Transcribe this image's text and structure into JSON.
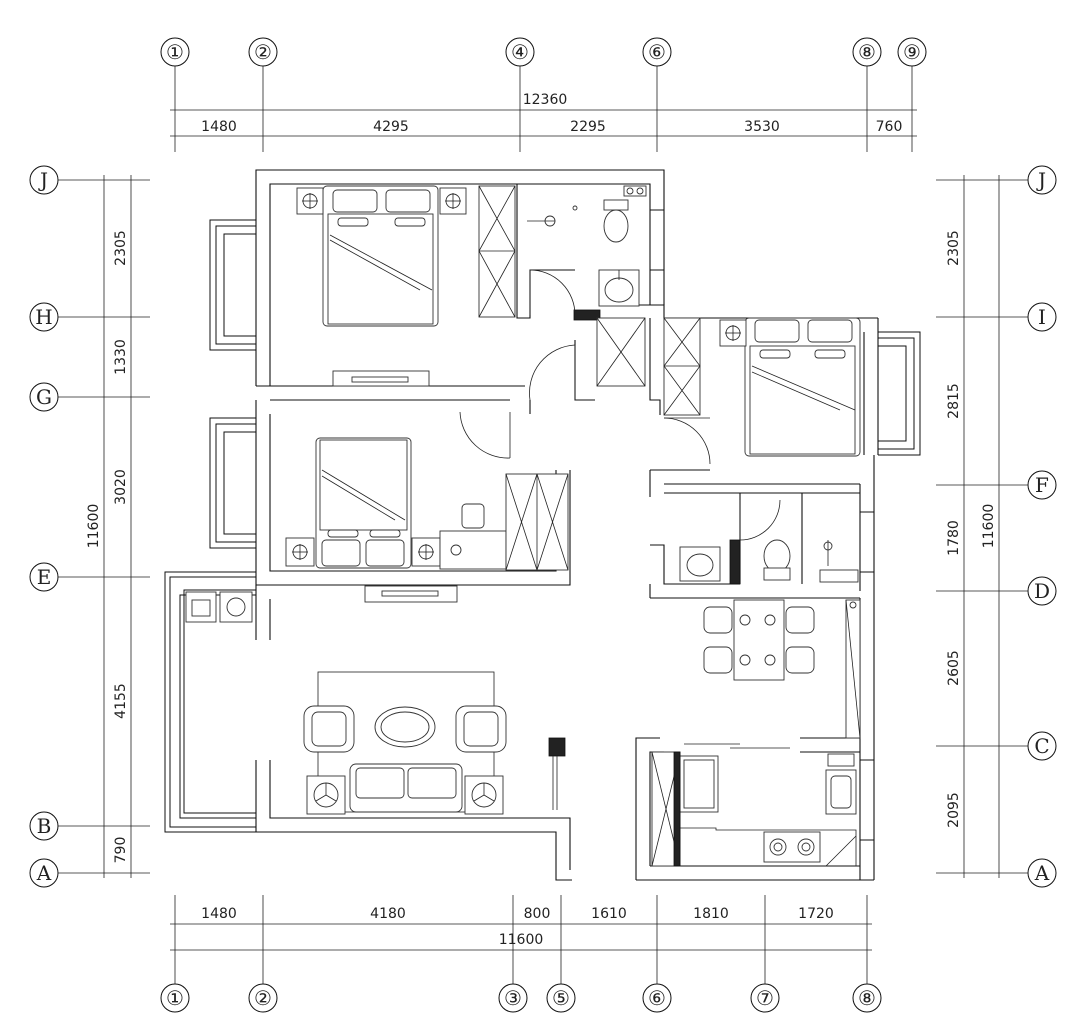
{
  "grid": {
    "top_axes": [
      "①",
      "②",
      "④",
      "⑥",
      "⑧",
      "⑨"
    ],
    "bottom_axes": [
      "①",
      "②",
      "③",
      "⑤",
      "⑥",
      "⑦",
      "⑧"
    ],
    "left_axes": [
      "J",
      "H",
      "G",
      "E",
      "B",
      "A"
    ],
    "right_axes": [
      "J",
      "I",
      "F",
      "D",
      "C",
      "A"
    ]
  },
  "dimensions": {
    "top_total": "12360",
    "top_segments": [
      "1480",
      "4295",
      "2295",
      "3530",
      "760"
    ],
    "bottom_total": "11600",
    "bottom_segments": [
      "1480",
      "4180",
      "800",
      "1610",
      "1810",
      "1720"
    ],
    "left_total": "11600",
    "left_segments": [
      "2305",
      "1330",
      "3020",
      "4155",
      "790"
    ],
    "right_total": "11600",
    "right_segments": [
      "2305",
      "2815",
      "1780",
      "2605",
      "2095"
    ]
  }
}
